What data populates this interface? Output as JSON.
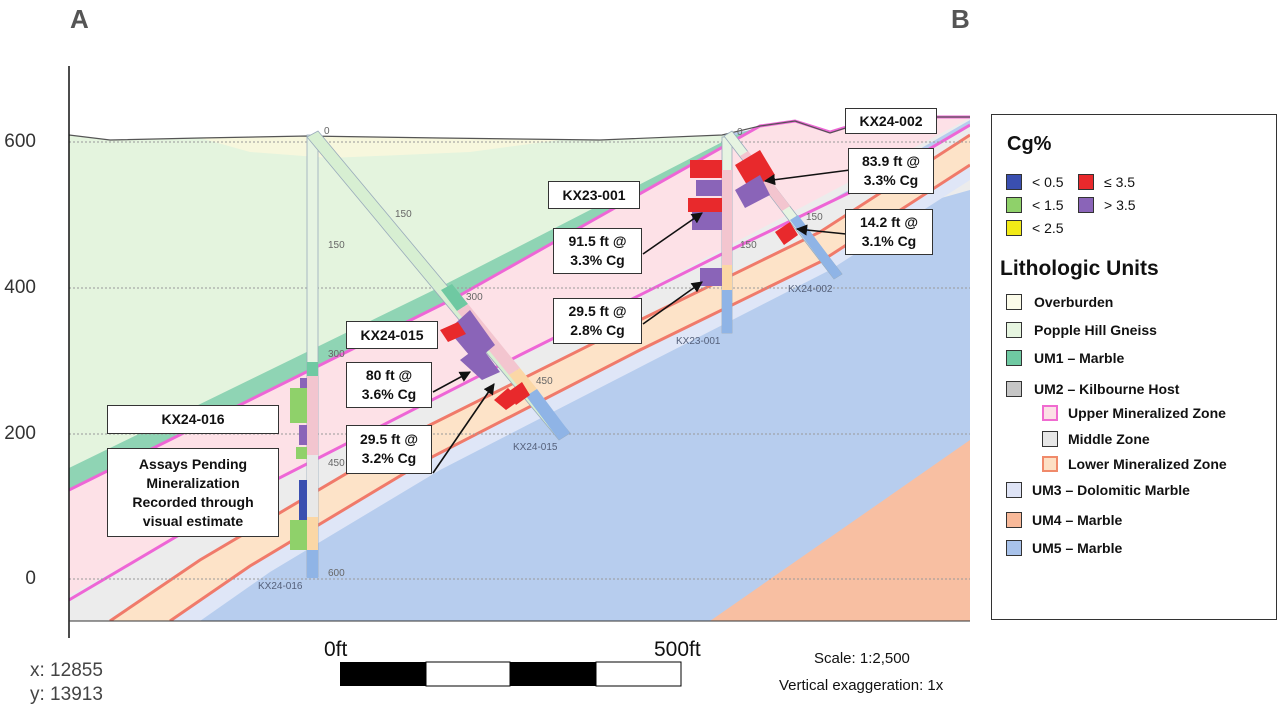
{
  "corners": {
    "a": "A",
    "b": "B"
  },
  "y_axis": {
    "ticks": [
      {
        "value": 600,
        "label": "600"
      },
      {
        "value": 400,
        "label": "400"
      },
      {
        "value": 200,
        "label": "200"
      },
      {
        "value": 0,
        "label": "0"
      }
    ]
  },
  "holes": [
    {
      "name": "KX24-016",
      "ticks": [
        "150",
        "300",
        "450",
        "600"
      ],
      "collar": "0"
    },
    {
      "name": "KX24-015",
      "ticks": [
        "150",
        "300",
        "450"
      ]
    },
    {
      "name": "KX23-001",
      "ticks": [
        "150"
      ],
      "collar": "0"
    },
    {
      "name": "KX24-002",
      "ticks": [
        "150"
      ]
    }
  ],
  "callouts": {
    "kx24_002": "KX24-002",
    "kx23_001": "KX23-001",
    "kx24_015": "KX24-015",
    "kx24_016": "KX24-016",
    "int_83": [
      "83.9 ft @",
      "3.3% Cg"
    ],
    "int_14": [
      "14.2 ft @",
      "3.1% Cg"
    ],
    "int_91": [
      "91.5 ft @",
      "3.3% Cg"
    ],
    "int_29a": [
      "29.5 ft @",
      "2.8% Cg"
    ],
    "int_80": [
      "80 ft @",
      "3.6% Cg"
    ],
    "int_29b": [
      "29.5 ft @",
      "3.2% Cg"
    ],
    "pending": [
      "Assays Pending",
      "Mineralization",
      "Recorded through",
      "visual estimate"
    ]
  },
  "legend": {
    "cg_title": "Cg%",
    "cg_items": [
      {
        "label": "< 0.5",
        "color": "#3a4fb0"
      },
      {
        "label": "≤ 3.5",
        "color": "#e8292c"
      },
      {
        "label": "< 1.5",
        "color": "#8fd16a"
      },
      {
        "label": "> 3.5",
        "color": "#8a64b8"
      },
      {
        "label": "< 2.5",
        "color": "#f2ea17"
      }
    ],
    "lith_title": "Lithologic Units",
    "lith_items": [
      {
        "label": "Overburden",
        "color": "#fbfbe9",
        "indent": false
      },
      {
        "label": "Popple Hill Gneiss",
        "color": "#e6f5e0",
        "indent": false
      },
      {
        "label": "UM1 – Marble",
        "color": "#6fc9a2",
        "indent": false
      },
      {
        "label": "UM2 – Kilbourne Host",
        "color": "#c6c6c6",
        "indent": false
      },
      {
        "label": "Upper Mineralized Zone",
        "color": "#fce0e6",
        "border": "#f06ad0",
        "indent": true
      },
      {
        "label": "Middle Zone",
        "color": "#e7e7e7",
        "indent": true
      },
      {
        "label": "Lower Mineralized  Zone",
        "color": "#fde0c4",
        "border": "#f08a6a",
        "indent": true
      },
      {
        "label": "UM3 – Dolomitic Marble",
        "color": "#dfe4f6",
        "indent": false
      },
      {
        "label": "UM4 – Marble",
        "color": "#f8b999",
        "indent": false
      },
      {
        "label": "UM5 – Marble",
        "color": "#a8c2ea",
        "indent": false
      }
    ]
  },
  "scale_bar": {
    "left_label": "0ft",
    "right_label": "500ft",
    "scale": "Scale: 1:2,500",
    "vert": "Vertical exaggeration: 1x"
  },
  "coords": {
    "x": "x: 12855",
    "y": "y: 13913"
  }
}
